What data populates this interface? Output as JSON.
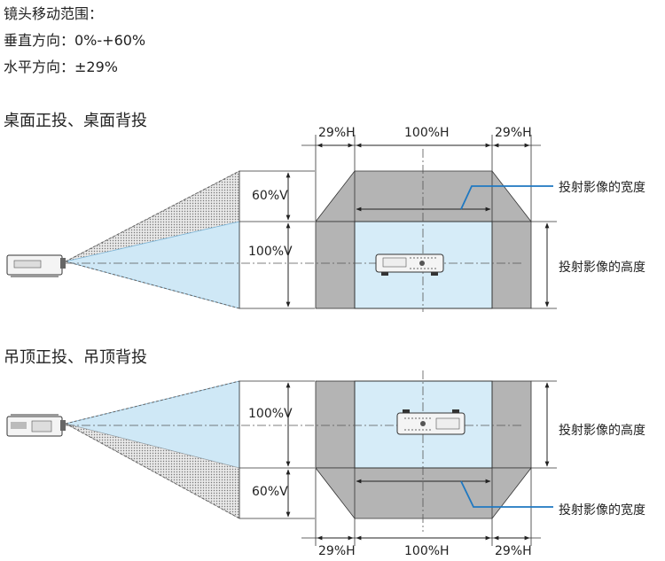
{
  "specs": {
    "title": "镜头移动范围：",
    "vertical": "垂直方向：0%-+60%",
    "horizontal": "水平方向：±29%"
  },
  "desk": {
    "title": "桌面正投、桌面背投",
    "h_left": "29%H",
    "h_center": "100%H",
    "h_right": "29%H",
    "v_shift": "60%V",
    "v_full": "100%V",
    "width_label": "投射影像的宽度",
    "height_label": "投射影像的高度"
  },
  "ceiling": {
    "title": "吊顶正投、吊顶背投",
    "h_left": "29%H",
    "h_center": "100%H",
    "h_right": "29%H",
    "v_full": "100%V",
    "v_shift": "60%V",
    "height_label": "投射影像的高度",
    "width_label": "投射影像的宽度"
  },
  "colors": {
    "screen_fill": "#d6ecf8",
    "shift_fill": "#b4b4b4",
    "beam_fill": "#cfe8f6",
    "callout": "#1f78c1"
  }
}
